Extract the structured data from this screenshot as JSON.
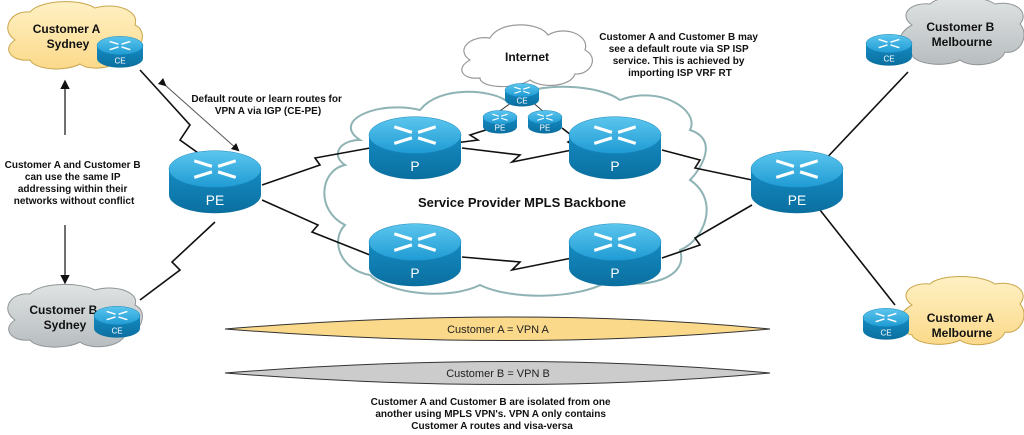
{
  "colors": {
    "customer_a_cloud": "#fde6a6",
    "customer_b_cloud": "#cfd3d4",
    "backbone_cloud_stroke": "#7fa6a8",
    "router_top": "#2aa6dc",
    "router_side": "#0d7fb5",
    "vpn_a_fill": "#fbd98a",
    "vpn_b_fill": "#cccccc"
  },
  "sites": {
    "cust_a_sydney": [
      "Customer A",
      "Sydney"
    ],
    "cust_b_sydney": [
      "Customer B",
      "Sydney"
    ],
    "cust_b_melbourne": [
      "Customer B",
      "Melbourne"
    ],
    "cust_a_melbourne": [
      "Customer A",
      "Melbourne"
    ],
    "internet": "Internet"
  },
  "routers": {
    "ce": "CE",
    "pe": "PE",
    "p": "P"
  },
  "backbone_label": "Service Provider MPLS Backbone",
  "notes": {
    "ce_pe": [
      "Default route or learn routes for",
      "VPN A via IGP (CE-PE)"
    ],
    "isp": [
      "Customer A and Customer B may",
      "see a  default route via SP ISP",
      "service. This is achieved by",
      "importing ISP VRF RT"
    ],
    "same_ip": [
      "Customer A and Customer B",
      "can use the same IP",
      "addressing within their",
      "networks without conflict"
    ],
    "isolation": [
      "Customer A and Customer B are isolated from one",
      "another using MPLS VPN's. VPN A only contains",
      "Customer A routes and visa-versa"
    ]
  },
  "vpns": {
    "a": "Customer A = VPN A",
    "b": "Customer B = VPN B"
  }
}
